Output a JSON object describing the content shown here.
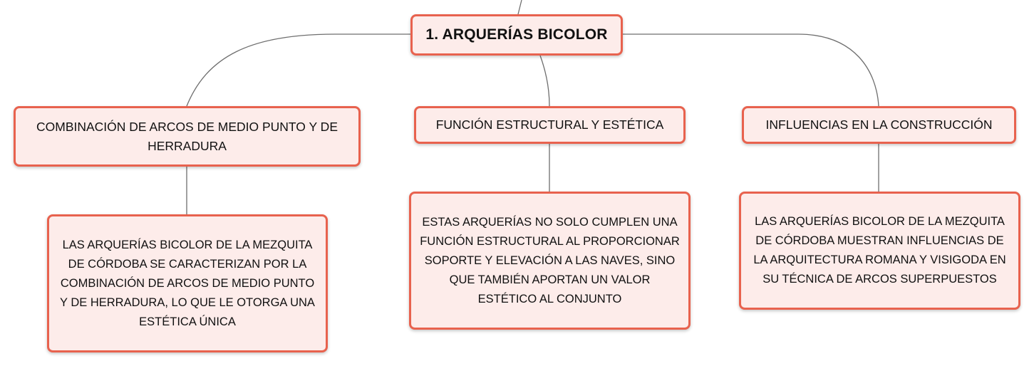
{
  "mindmap": {
    "root": {
      "label": "1. ARQUERÍAS BICOLOR"
    },
    "branches": [
      {
        "topic": "COMBINACIÓN DE ARCOS DE MEDIO PUNTO Y DE HERRADURA",
        "detail": "LAS ARQUERÍAS BICOLOR DE LA MEZQUITA DE CÓRDOBA SE CARACTERIZAN POR LA COMBINACIÓN DE ARCOS DE MEDIO PUNTO Y DE HERRADURA, LO QUE LE OTORGA UNA ESTÉTICA ÚNICA"
      },
      {
        "topic": "FUNCIÓN ESTRUCTURAL Y ESTÉTICA",
        "detail": "ESTAS ARQUERÍAS NO SOLO CUMPLEN UNA FUNCIÓN ESTRUCTURAL AL PROPORCIONAR SOPORTE Y ELEVACIÓN A LAS NAVES, SINO QUE TAMBIÉN APORTAN UN VALOR ESTÉTICO AL CONJUNTO"
      },
      {
        "topic": "INFLUENCIAS EN LA CONSTRUCCIÓN",
        "detail": "LAS ARQUERÍAS BICOLOR DE LA MEZQUITA DE CÓRDOBA MUESTRAN INFLUENCIAS DE LA ARQUITECTURA ROMANA Y VISIGODA EN SU TÉCNICA DE ARCOS SUPERPUESTOS"
      }
    ],
    "colors": {
      "node_border": "#e8624e",
      "node_fill": "#fdecea",
      "connector": "#6e6e6e",
      "text": "#111111"
    }
  }
}
